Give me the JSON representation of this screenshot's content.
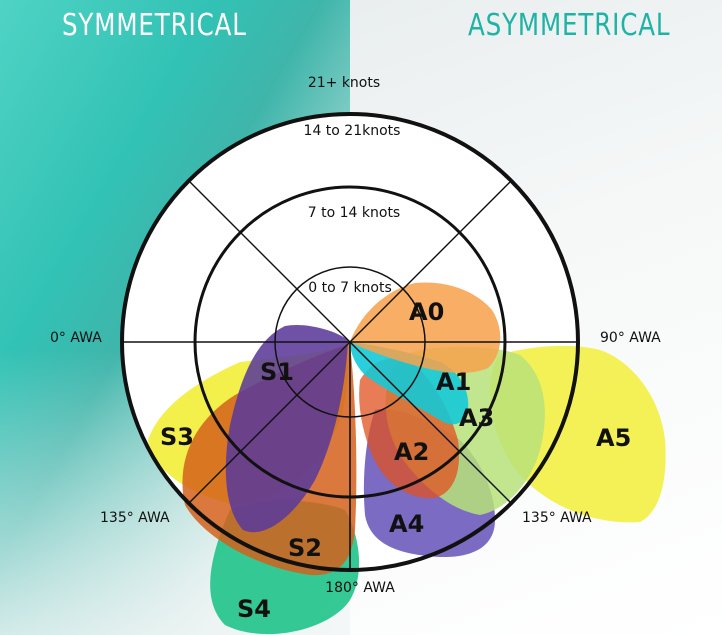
{
  "headings": {
    "symmetrical": "SYMMETRICAL",
    "asymmetrical": "ASYMMETRICAL"
  },
  "wind_bands": {
    "b21plus": "21+ knots",
    "b14to21": "14 to 21knots",
    "b7to14": "7 to 14 knots",
    "b0to7": "0 to 7 knots"
  },
  "angles": {
    "a0": "0° AWA",
    "a90": "90° AWA",
    "a135_left": "135° AWA",
    "a135_right": "135° AWA",
    "a180": "180° AWA"
  },
  "sails": {
    "S1": {
      "label": "S1",
      "color": "#5b3a99"
    },
    "S2": {
      "label": "S2",
      "color": "#d4601b"
    },
    "S3": {
      "label": "S3",
      "color": "#f2ed2c"
    },
    "S4": {
      "label": "S4",
      "color": "#1fc38a"
    },
    "A0": {
      "label": "A0",
      "color": "#f7a14a"
    },
    "A1": {
      "label": "A1",
      "color": "#14c9d7"
    },
    "A2": {
      "label": "A2",
      "color": "#e0501f"
    },
    "A3": {
      "label": "A3",
      "color": "#b7e27a"
    },
    "A4": {
      "label": "A4",
      "color": "#6e5bbd"
    },
    "A5": {
      "label": "A5",
      "color": "#f2ef3a"
    }
  }
}
